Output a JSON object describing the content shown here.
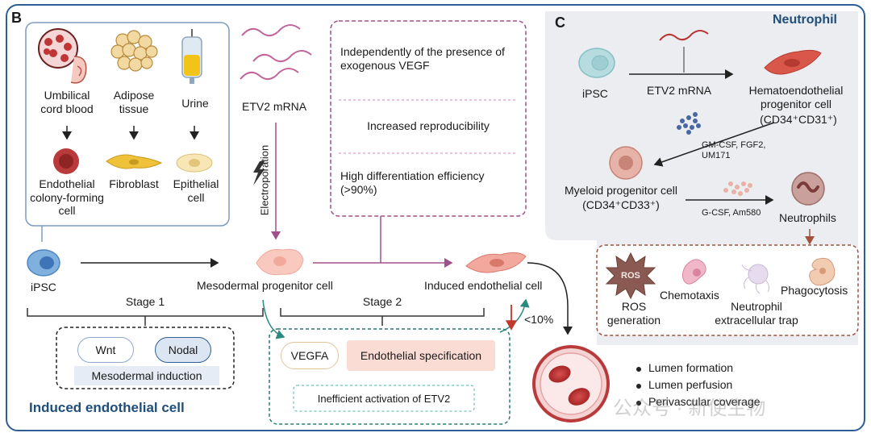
{
  "panel_b": {
    "letter": "B",
    "title": "Induced endothelial cell",
    "sources": [
      {
        "label": "Umbilical cord blood",
        "derived": "Endothelial colony-forming cell"
      },
      {
        "label": "Adipose tissue",
        "derived": "Fibroblast"
      },
      {
        "label": "Urine",
        "derived": "Epithelial cell"
      }
    ],
    "ipsc": "iPSC",
    "etv2_mrna": "ETV2 mRNA",
    "electroporation": "Electroporation",
    "advantages": [
      "Independently of the presence of exogenous VEGF",
      "Increased reproducibility",
      "High differentiation efficiency (>90%)"
    ],
    "mesodermal_cell": "Mesodermal progenitor cell",
    "induced_cell": "Induced endothelial cell",
    "stage1": "Stage 1",
    "stage2": "Stage 2",
    "wnt": "Wnt",
    "nodal": "Nodal",
    "mesodermal_induction": "Mesodermal induction",
    "vegfa": "VEGFA",
    "endothelial_spec": "Endothelial specification",
    "inefficient": "Inefficient activation of ETV2",
    "efficiency_low": "<10%",
    "outcomes": [
      "Lumen formation",
      "Lumen perfusion",
      "Perivascular coverage"
    ],
    "watermark": "公众号 · 新使生物"
  },
  "panel_c": {
    "letter": "C",
    "title": "Neutrophil",
    "ipsc": "iPSC",
    "etv2_mrna": "ETV2 mRNA",
    "hemato_cell": "Hematoendothelial progenitor cell",
    "hemato_markers": "(CD34⁺CD31⁺)",
    "factors1": "GM-CSF, FGF2, UM171",
    "myeloid_cell": "Myeloid progenitor cell",
    "myeloid_markers": "(CD34⁺CD33⁺)",
    "factors2": "G-CSF, Am580",
    "neutrophils": "Neutrophils",
    "ros_icon_text": "ROS",
    "functions": [
      "ROS generation",
      "Chemotaxis",
      "Neutrophil extracellular trap",
      "Phagocytosis"
    ]
  },
  "colors": {
    "frame": "#2d5f94",
    "title_blue": "#1f4e79",
    "panel_bg": "#ffffff",
    "right_bg": "#ecedf0",
    "purple_dash": "#a0508a",
    "teal_dash": "#2a7a72",
    "brown_dash": "#a0523d",
    "cell_red": "#b83a3a",
    "endothelial_pink": "#f2a89c"
  }
}
